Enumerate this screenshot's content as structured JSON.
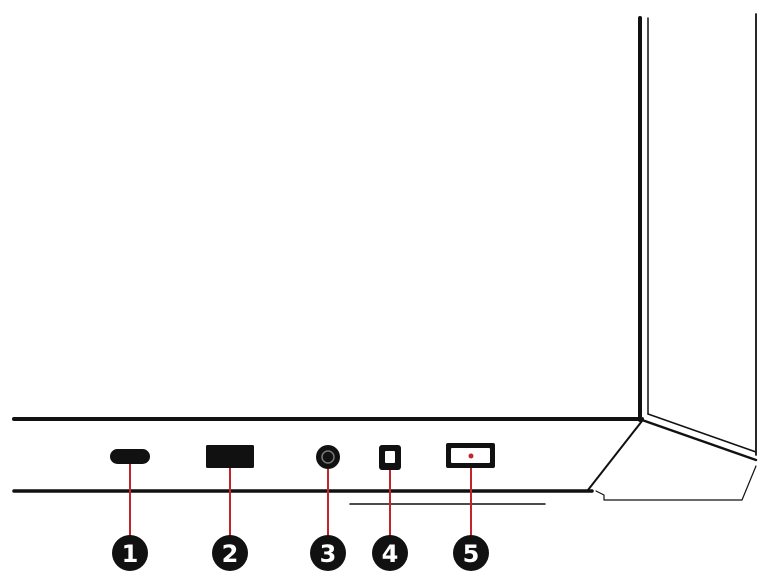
{
  "colors": {
    "outline": "#111111",
    "bezel_edge": "#555555",
    "leader_line": "#c0262b",
    "badge_fill": "#111111",
    "badge_text": "#ffffff",
    "background": "#ffffff"
  },
  "ports": [
    {
      "id": "port-1",
      "icon": "usb-c-port-icon",
      "number": "1"
    },
    {
      "id": "port-2",
      "icon": "usb-a-port-icon",
      "number": "2"
    },
    {
      "id": "port-3",
      "icon": "audio-jack-icon",
      "number": "3"
    },
    {
      "id": "port-4",
      "icon": "square-button-icon",
      "number": "4"
    },
    {
      "id": "port-5",
      "icon": "power-button-icon",
      "number": "5"
    }
  ]
}
